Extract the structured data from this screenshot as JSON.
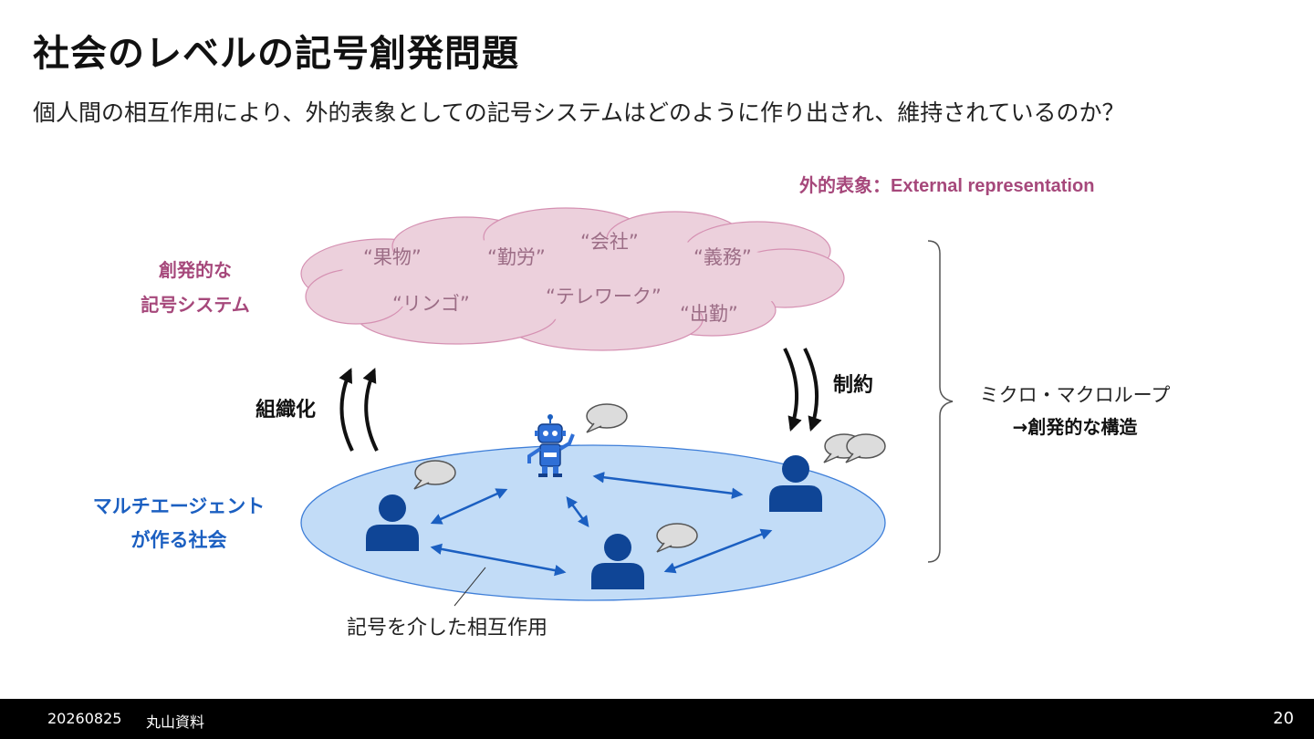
{
  "title": "社会のレベルの記号創発問題",
  "subtitle": "個人間の相互作用により、外的表象としての記号システムはどのように作り出され、維持されているのか？",
  "external_label": "外的表象：External representation",
  "emergent_system_label": [
    "創発的な",
    "記号システム"
  ],
  "cloud_words": [
    "“果物”",
    "“勤労”",
    "“会社”",
    "“義務”",
    "“リンゴ”",
    "“テレワーク”",
    "“出勤”"
  ],
  "organize_label": "組織化",
  "constraint_label": "制約",
  "loop_label": [
    "ミクロ・マクロループ",
    "→創発的な構造"
  ],
  "society_label": [
    "マルチエージェント",
    "が作る社会"
  ],
  "interaction_label": "記号を介した相互作用",
  "colors": {
    "pink": "#a6487b",
    "blue": "#1b5fc1",
    "cloud": "#ecd0dc",
    "ellipse": "#c2dcf7",
    "agent": "#0f4596"
  },
  "footer": {
    "date": "20260825",
    "author": "丸山資料",
    "page": "20"
  }
}
